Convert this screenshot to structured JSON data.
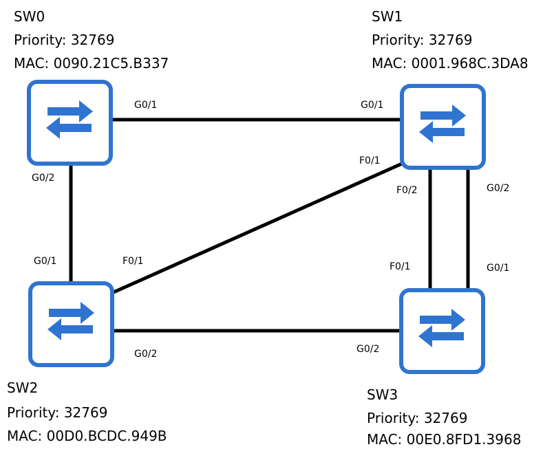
{
  "switches": {
    "sw0": {
      "name": "SW0",
      "priority": "Priority: 32769",
      "mac": "MAC: 0090.21C5.B337"
    },
    "sw1": {
      "name": "SW1",
      "priority": "Priority: 32769",
      "mac": "MAC: 0001.968C.3DA8"
    },
    "sw2": {
      "name": "SW2",
      "priority": "Priority: 32769",
      "mac": "MAC: 00D0.BCDC.949B"
    },
    "sw3": {
      "name": "SW3",
      "priority": "Priority: 32769",
      "mac": "MAC: 00E0.8FD1.3968"
    }
  },
  "ports": {
    "sw0_sw1_a": "G0/1",
    "sw0_sw1_b": "G0/1",
    "sw0_sw2_a": "G0/2",
    "sw0_sw2_b": "G0/1",
    "sw1_sw2_a": "F0/1",
    "sw1_sw2_b": "F0/1",
    "sw1_sw3_f_a": "F0/2",
    "sw1_sw3_f_b": "F0/1",
    "sw1_sw3_g_a": "G0/2",
    "sw1_sw3_g_b": "G0/1",
    "sw2_sw3_a": "G0/2",
    "sw2_sw3_b": "G0/2"
  },
  "colors": {
    "icon_border": "#2f74d0",
    "icon_fill": "#ffffff",
    "arrow": "#2f74d0",
    "link": "#000000"
  }
}
